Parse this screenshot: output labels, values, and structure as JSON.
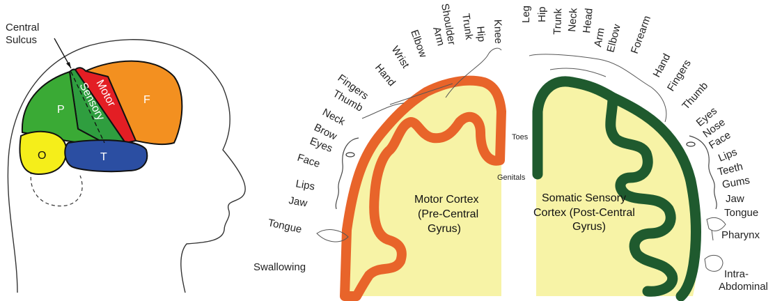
{
  "head_diagram": {
    "sulcus_label_line1": "Central",
    "sulcus_label_line2": "Sulcus",
    "regions": {
      "parietal": "P",
      "sensory": "Sensory",
      "motor": "Motor",
      "frontal": "F",
      "occipital": "O",
      "temporal": "T"
    },
    "colors": {
      "parietal": "#3aaa35",
      "sensory": "#2f9e3f",
      "motor": "#e31e24",
      "frontal": "#f39020",
      "occipital": "#f5ee1a",
      "temporal": "#2b4ea2"
    }
  },
  "motor_cortex": {
    "title_line1": "Motor Cortex",
    "title_line2": "(Pre-Central",
    "title_line3": "Gyrus)",
    "fill_color": "#f7f3a6",
    "rim_color": "#e8642a",
    "labels": [
      "Swallowing",
      "Tongue",
      "Jaw",
      "Lips",
      "Face",
      "Eyes",
      "Brow",
      "Neck",
      "Thumb",
      "Fingers",
      "Hand",
      "Wrist",
      "Elbow",
      "Arm",
      "Shoulder",
      "Trunk",
      "Hip",
      "Knee"
    ],
    "small_labels": [
      "Toes",
      "Genitals"
    ]
  },
  "sensory_cortex": {
    "title_line1": "Somatic Sensory",
    "title_line2": "Cortex (Post-Central",
    "title_line3": "Gyrus)",
    "fill_color": "#f7f3a6",
    "rim_color": "#1f5a2e",
    "labels": [
      "Leg",
      "Hip",
      "Trunk",
      "Neck",
      "Head",
      "Arm",
      "Elbow",
      "Forearm",
      "Hand",
      "Fingers",
      "Thumb",
      "Eyes",
      "Nose",
      "Face",
      "Lips",
      "Teeth",
      "Gums",
      "Jaw",
      "Tongue",
      "Pharynx",
      "Intra-",
      "Abdominal"
    ]
  }
}
